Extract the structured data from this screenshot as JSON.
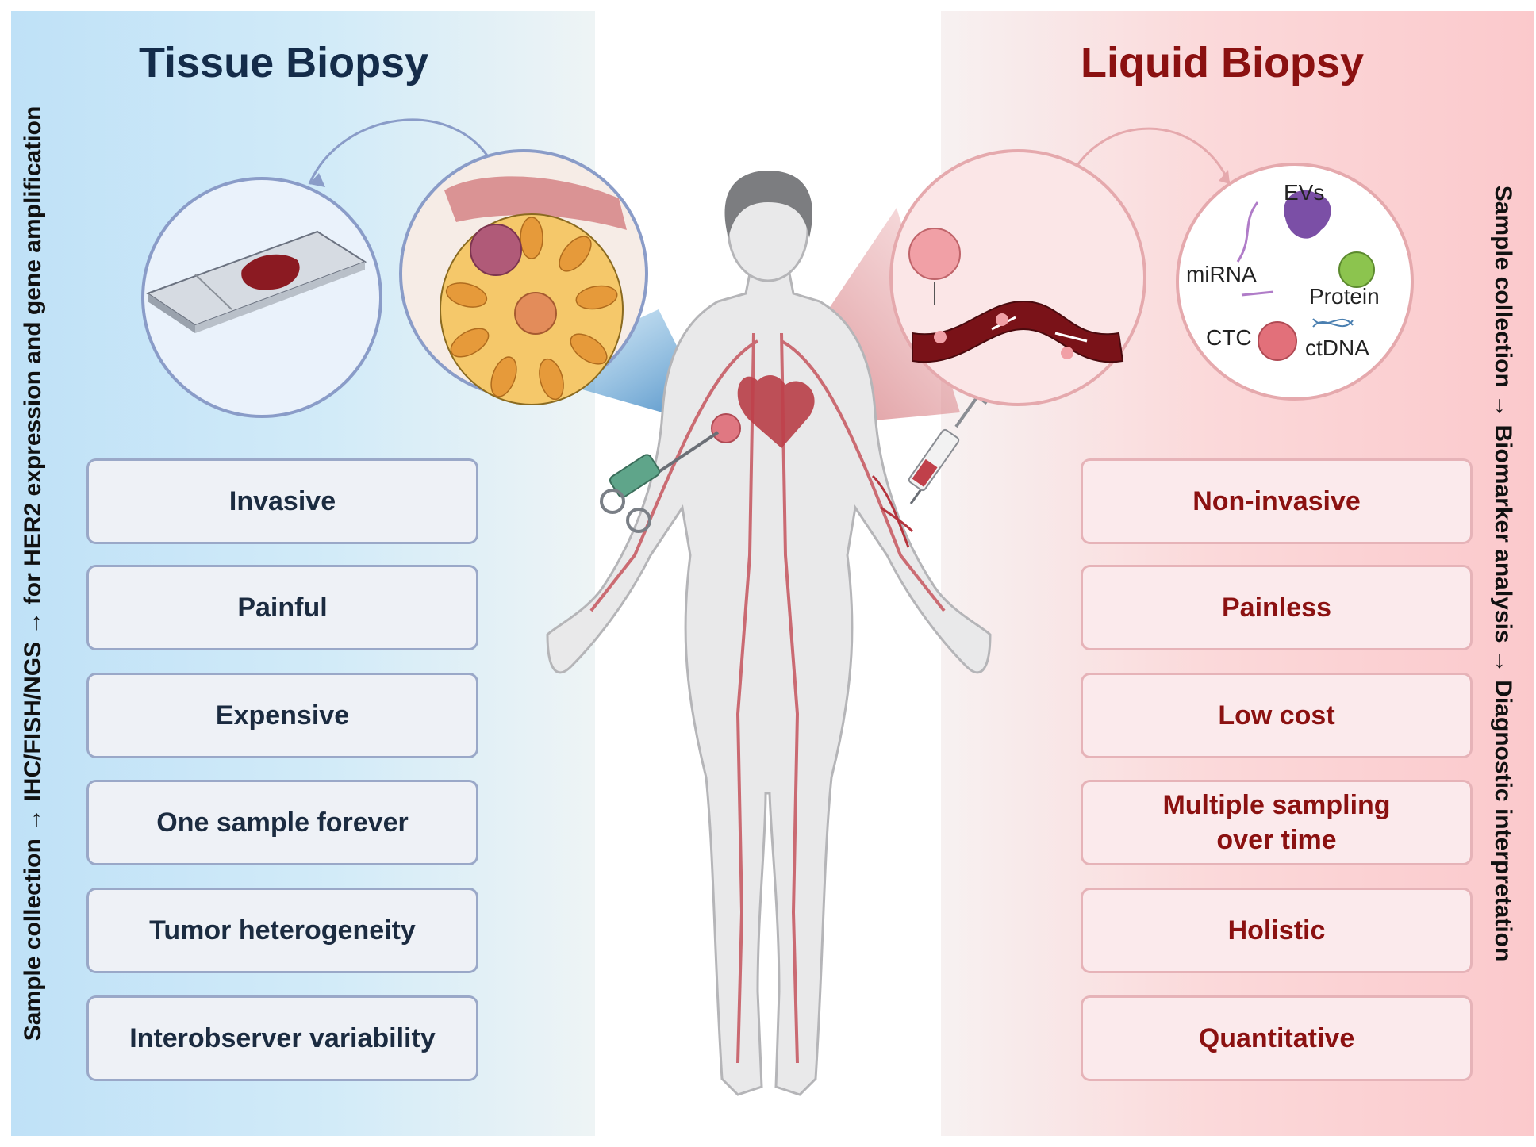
{
  "left_axis_label": "Sample collection → IHC/FISH/NGS → for HER2 expression and gene amplification",
  "right_axis_label": "Sample collection → Biomarker analysis → Diagnostic interpretation",
  "tissue": {
    "title": "Tissue Biopsy",
    "items": [
      "Invasive",
      "Painful",
      "Expensive",
      "One sample forever",
      "Tumor heterogeneity",
      "Interobserver variability"
    ]
  },
  "liquid": {
    "title": "Liquid Biopsy",
    "items": [
      "Non-invasive",
      "Painless",
      "Low cost",
      "Multiple sampling\nover time",
      "Holistic",
      "Quantitative"
    ],
    "biomarkers": {
      "evs": "EVs",
      "mirna": "miRNA",
      "protein": "Protein",
      "ctc": "CTC",
      "ctdna": "ctDNA"
    }
  },
  "colors": {
    "tissue_title": "#142c4a",
    "liquid_title": "#8b1111",
    "tissue_panel": "#bfe1f7",
    "liquid_panel": "#fbc9cc"
  }
}
